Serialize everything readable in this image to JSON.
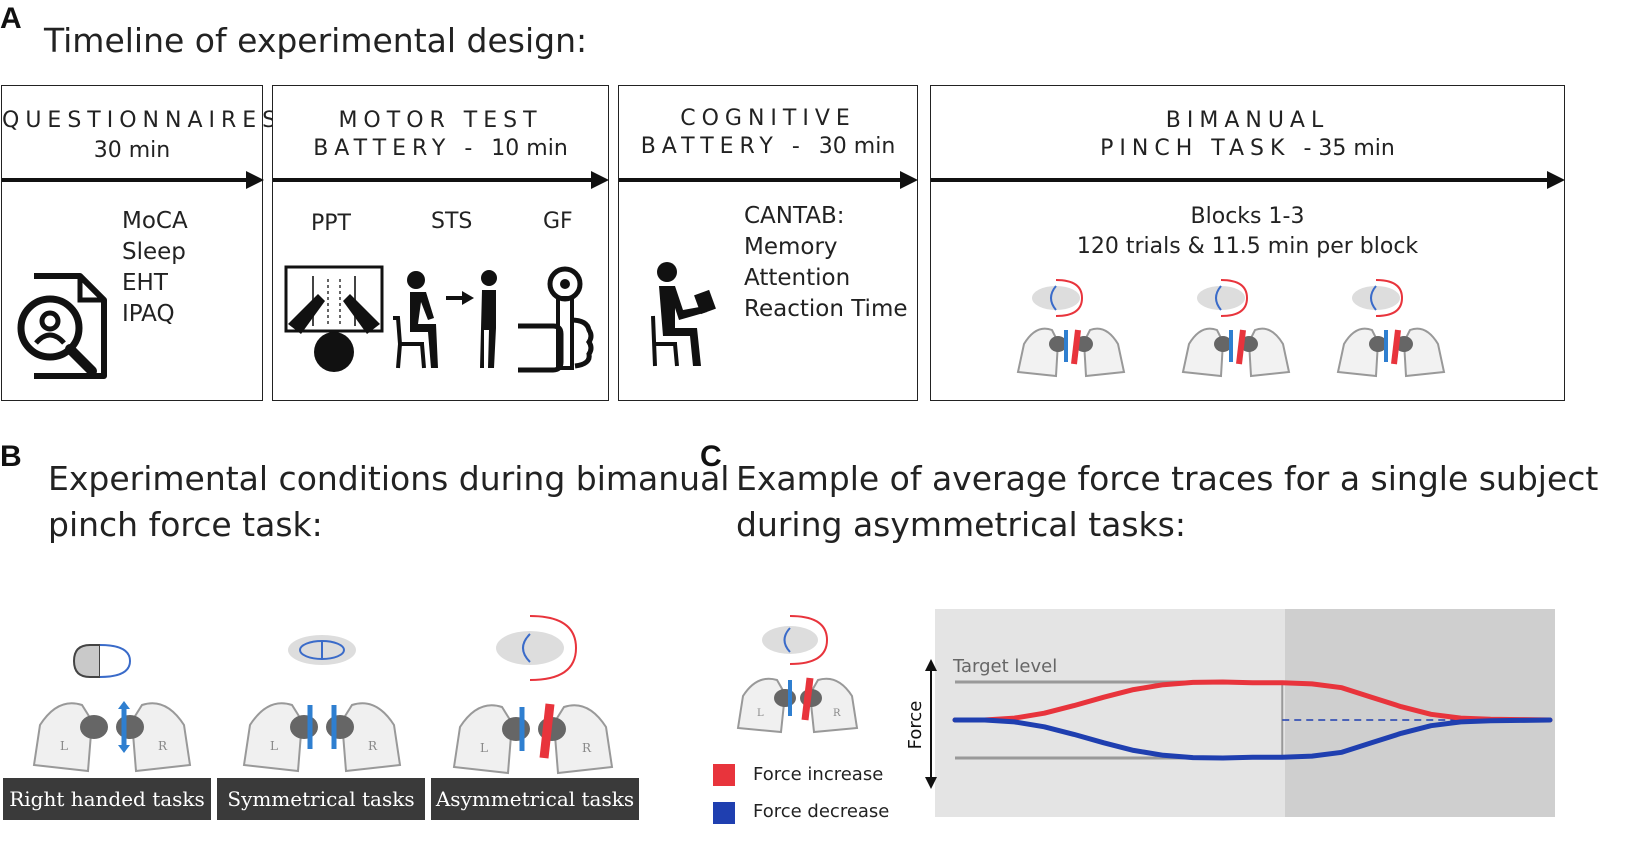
{
  "panel_a": {
    "letter": "A",
    "title": "Timeline of experimental design:",
    "stages": [
      {
        "title_line1": "QUESTIONNAIRES",
        "title_line2": "30 min",
        "items": [
          "MoCA",
          "Sleep",
          "EHT",
          "IPAQ"
        ]
      },
      {
        "title_line1": "MOTOR TEST",
        "title_line2_spaced": "BATTERY  -",
        "duration": "10 min",
        "tests": [
          "PPT",
          "STS",
          "GF"
        ]
      },
      {
        "title_line1": "COGNITIVE",
        "title_line2_spaced": "BATTERY  -",
        "duration": "30 min",
        "items": [
          "CANTAB:",
          "Memory",
          "Attention",
          "Reaction Time"
        ]
      },
      {
        "title_line1": "BIMANUAL",
        "title_line2_spaced": "PINCH TASK",
        "duration": "- 35 min",
        "blocks_line1": "Blocks 1-3",
        "blocks_line2": "120  trials & 11.5 min per block"
      }
    ]
  },
  "panel_b": {
    "letter": "B",
    "title_line1": "Experimental conditions during bimanual",
    "title_line2": "pinch force task:",
    "conditions": [
      "Right handed tasks",
      "Symmetrical tasks",
      "Asymmetrical tasks"
    ],
    "hand_left": "L",
    "hand_right": "R"
  },
  "panel_c": {
    "letter": "C",
    "title_line1": "Example of average force traces for a single subject",
    "title_line2": "during asymmetrical tasks:",
    "legend": [
      {
        "label": "Force increase",
        "color": "#e8343c"
      },
      {
        "label": "Force decrease",
        "color": "#1f3fb0"
      }
    ],
    "hand_left": "L",
    "hand_right": "R"
  },
  "chart_data": {
    "type": "line",
    "ylabel": "Force",
    "annotation": "Target level",
    "x": [
      0,
      0.05,
      0.1,
      0.15,
      0.2,
      0.25,
      0.3,
      0.35,
      0.4,
      0.45,
      0.5,
      0.55,
      0.6,
      0.65,
      0.7,
      0.75,
      0.8,
      0.85,
      0.9,
      0.95,
      1.0
    ],
    "series": [
      {
        "name": "Force increase",
        "color": "#e8343c",
        "values": [
          0.0,
          0.0,
          0.05,
          0.18,
          0.38,
          0.6,
          0.8,
          0.93,
          0.99,
          1.0,
          0.98,
          0.98,
          0.95,
          0.85,
          0.6,
          0.35,
          0.15,
          0.05,
          0.02,
          0.01,
          0.0
        ]
      },
      {
        "name": "Force decrease",
        "color": "#1f3fb0",
        "values": [
          0.0,
          0.0,
          -0.05,
          -0.18,
          -0.38,
          -0.6,
          -0.8,
          -0.93,
          -0.99,
          -1.0,
          -0.98,
          -0.98,
          -0.95,
          -0.85,
          -0.6,
          -0.35,
          -0.15,
          -0.05,
          -0.02,
          -0.01,
          0.0
        ]
      }
    ],
    "target_levels": [
      1.0,
      -1.0
    ],
    "ylim": [
      -1.3,
      1.3
    ],
    "shaded_phase_start": 0.55
  },
  "colors": {
    "box_border": "#222222",
    "condition_bar": "#3a3a3a",
    "chart_bg_light": "#e4e4e4",
    "chart_bg_dark": "#cfcfcf",
    "increase": "#e8343c",
    "decrease": "#1f3fb0"
  }
}
